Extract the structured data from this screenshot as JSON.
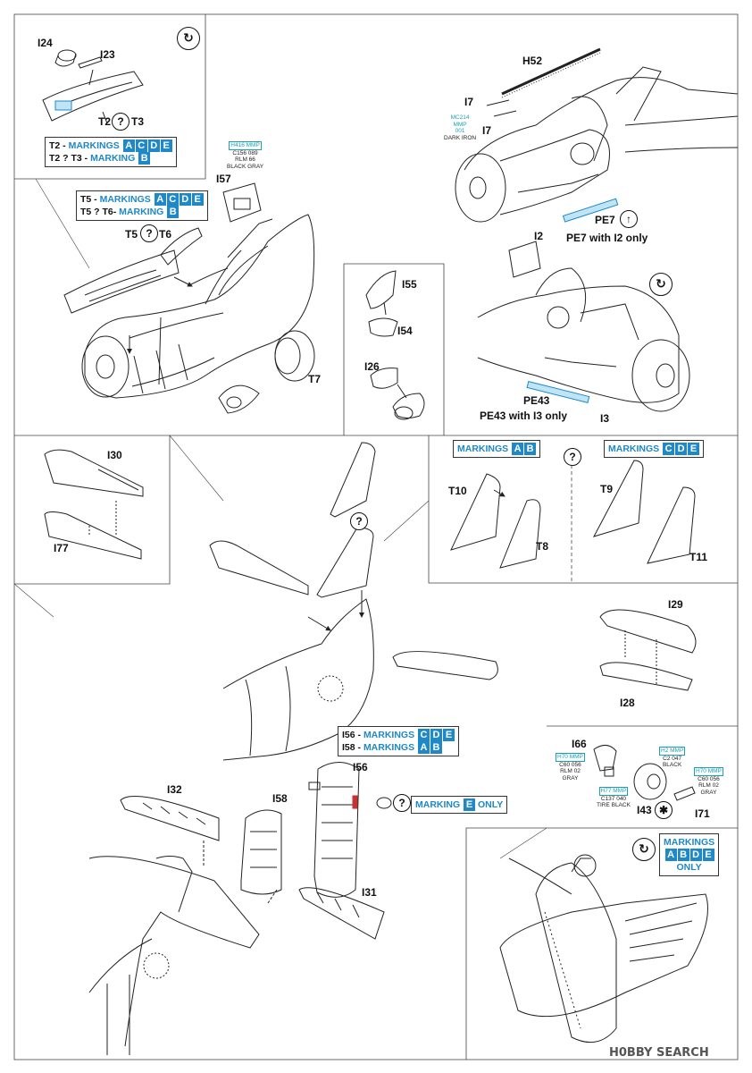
{
  "page": {
    "number": ""
  },
  "panel1": {
    "parts": {
      "i24": "I24",
      "i23": "I23",
      "t2t3": "T2",
      "t3": "T3",
      "t5": "T5",
      "t6": "T6",
      "i57": "I57",
      "t7": "T7"
    },
    "box1": {
      "line1_prefix": "T2 - ",
      "line1_word": "MARKINGS",
      "line1_letters": [
        "A",
        "C",
        "D",
        "E"
      ],
      "line2_prefix": "T2 ? T3 - ",
      "line2_word": "MARKING",
      "line2_letter": "B"
    },
    "box2": {
      "line1_prefix": "T5 - ",
      "line1_word": "MARKINGS",
      "line1_letters": [
        "A",
        "C",
        "D",
        "E"
      ],
      "line2_prefix": "T5 ? T6- ",
      "line2_word": "MARKING",
      "line2_letter": "B"
    },
    "paint_i57": {
      "code1": "H416 MMP",
      "code2": "C156 089",
      "name1": "RLM 66",
      "name2": "BLACK GRAY"
    }
  },
  "panel2": {
    "parts": {
      "i55": "I55",
      "i54": "I54",
      "i26": "I26"
    }
  },
  "panel3": {
    "parts": {
      "h52": "H52",
      "i7a": "I7",
      "i7b": "I7",
      "i2": "I2",
      "pe7": "PE7",
      "pe43": "PE43",
      "i3": "I3"
    },
    "paint_i7": {
      "code1": "MC214",
      "code2": "MMP",
      "code3": "001",
      "name": "DARK IRON"
    },
    "note_pe7": "PE7 with I2 only",
    "note_pe43": "PE43 with I3 only"
  },
  "panel4": {
    "parts": {
      "i30": "I30",
      "i77": "I77"
    }
  },
  "panel5": {
    "box_ab": {
      "word": "MARKINGS",
      "letters": [
        "A",
        "B"
      ]
    },
    "box_cde": {
      "word": "MARKINGS",
      "letters": [
        "C",
        "D",
        "E"
      ]
    },
    "parts": {
      "t10": "T10",
      "t8": "T8",
      "t9": "T9",
      "t11": "T11"
    }
  },
  "panel6": {
    "parts": {
      "i29": "I29",
      "i28": "I28"
    }
  },
  "panel7": {
    "parts": {
      "i66": "I66",
      "i43": "I43",
      "i71": "I71"
    },
    "paint_a": {
      "code1": "H2 MMP",
      "code2": "C2 047",
      "name": "BLACK"
    },
    "paint_b": {
      "code1": "H70 MMP",
      "code2": "C60 056",
      "name1": "RLM 02",
      "name2": "GRAY"
    },
    "paint_c": {
      "code1": "H70 MMP",
      "code2": "C60 056",
      "name1": "RLM 02",
      "name2": "GRAY"
    },
    "paint_d": {
      "code1": "H77 MMP",
      "code2": "C137 040",
      "name": "TIRE BLACK"
    }
  },
  "panel8": {
    "box": {
      "word": "MARKINGS",
      "letters": [
        "A",
        "B",
        "D",
        "E"
      ],
      "suffix": "ONLY"
    }
  },
  "tail": {
    "box_i56": {
      "prefix": "I56 - ",
      "word": "MARKINGS",
      "letters": [
        "C",
        "D",
        "E"
      ]
    },
    "box_i58": {
      "prefix": "I58 - ",
      "word": "MARKINGS",
      "letters": [
        "A",
        "B"
      ]
    },
    "parts": {
      "i56": "I56",
      "i32": "I32",
      "i58": "I58",
      "i31": "I31"
    },
    "marking_e": {
      "word": "MARKING",
      "letter": "E",
      "suffix": "ONLY"
    }
  },
  "symbols": {
    "question": "?",
    "rotate": "↻",
    "up": "↑",
    "star": "✱"
  },
  "watermark": "H0BBY SEARCH",
  "colors": {
    "accent": "#1e88c8",
    "paint_cyan": "#1ea0b4",
    "line": "#222222",
    "frame": "#444444"
  }
}
